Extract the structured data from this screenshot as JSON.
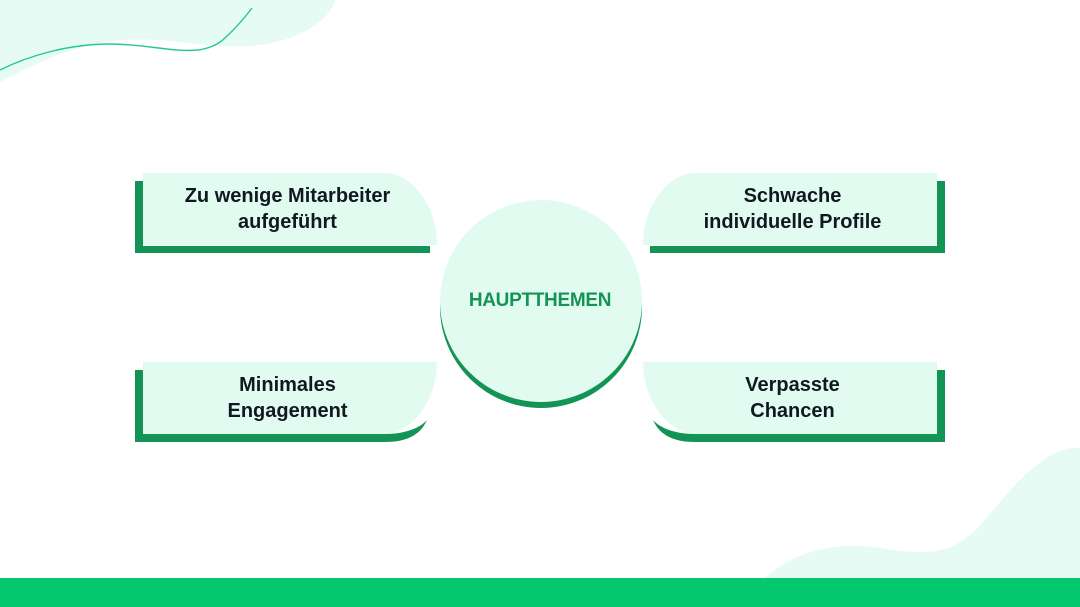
{
  "colors": {
    "green_dark": "#149454",
    "green_light": "#e2fbf1",
    "bar": "#05c76e",
    "blob": "#e5fbf3",
    "blob_line": "#25c98b"
  },
  "center": {
    "title": "HAUPTTHEMEN"
  },
  "topics": [
    {
      "label": "Zu wenige Mitarbeiter\naufgeführt"
    },
    {
      "label": "Schwache\nindividuelle Profile"
    },
    {
      "label": "Minimales\nEngagement"
    },
    {
      "label": "Verpasste\nChancen"
    }
  ]
}
